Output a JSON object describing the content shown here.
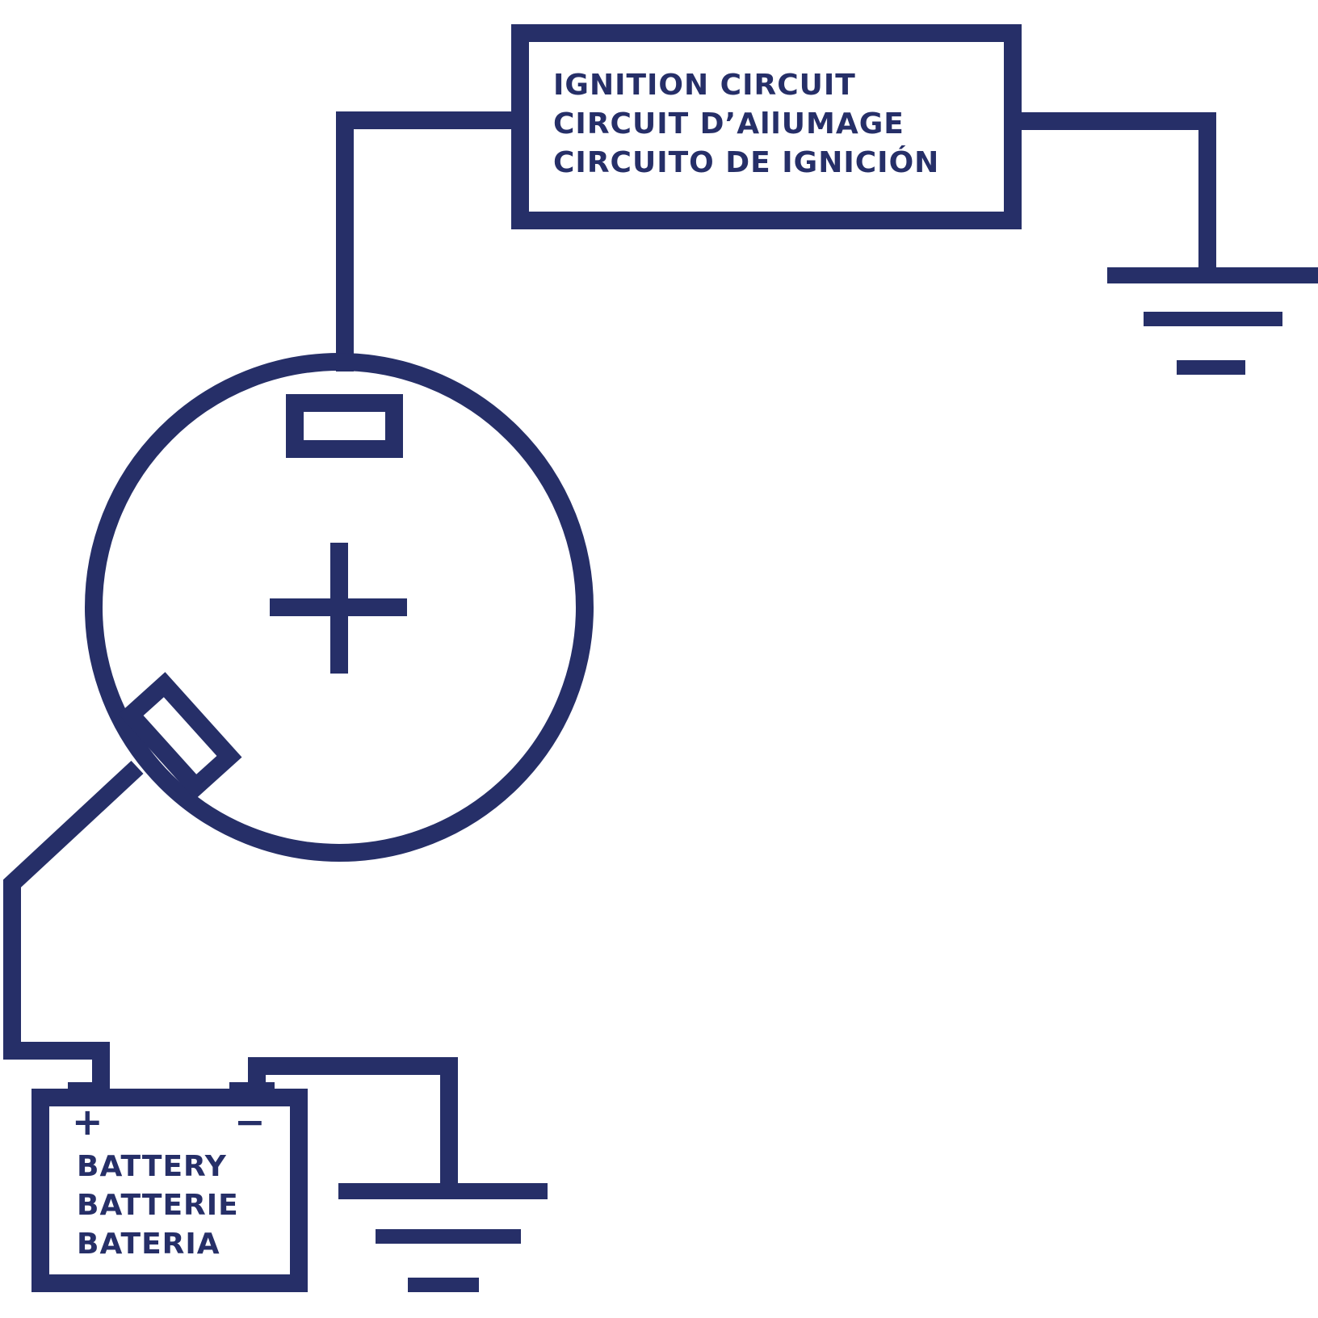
{
  "colors": {
    "ink": "#262f68",
    "background": "#ffffff"
  },
  "ignition_box": {
    "lines": [
      "IGNITION CIRCUIT",
      "CIRCUIT D’AllUMAGE",
      "CIRCUITO DE IGNICIÓN"
    ]
  },
  "battery": {
    "positive_sign": "+",
    "negative_sign": "−",
    "lines": [
      "BATTERY",
      "BATTERIE",
      "BATERIA"
    ]
  },
  "switch": {
    "center_symbol": "+"
  },
  "icons": [
    "ground-symbol-icon",
    "battery-icon",
    "switch-icon",
    "terminal-icon"
  ]
}
